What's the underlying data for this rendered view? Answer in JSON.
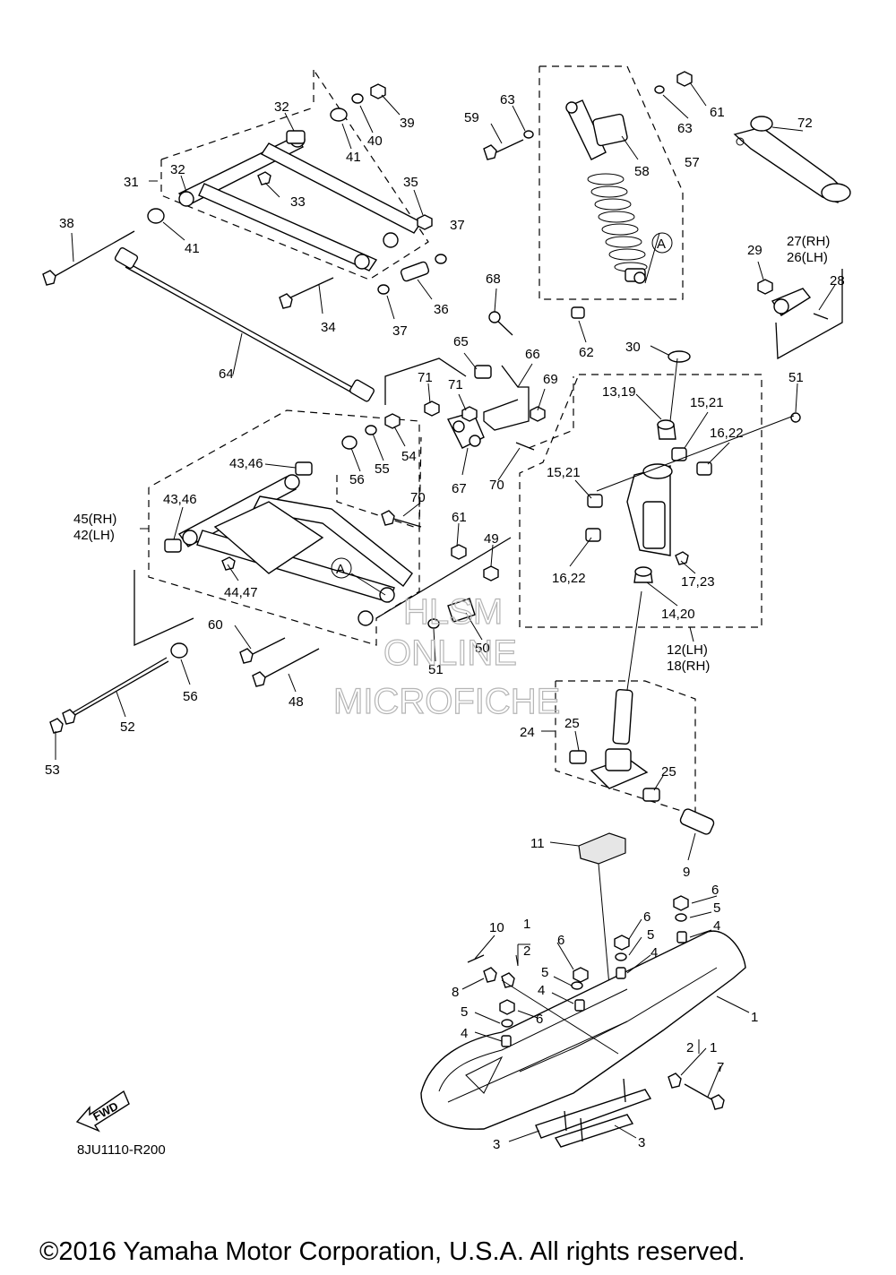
{
  "diagram": {
    "part_labels": [
      "31",
      "32",
      "32",
      "33",
      "34",
      "35",
      "36",
      "37",
      "37",
      "38",
      "39",
      "40",
      "41",
      "41",
      "59",
      "63",
      "63",
      "61",
      "58",
      "57",
      "72",
      "29",
      "27(RH)",
      "26(LH)",
      "28",
      "62",
      "30",
      "68",
      "65",
      "66",
      "69",
      "71",
      "71",
      "64",
      "13,19",
      "15,21",
      "16,22",
      "15,21",
      "51",
      "43,46",
      "56",
      "55",
      "54",
      "67",
      "70",
      "70",
      "45(RH)",
      "42(LH)",
      "43,46",
      "61",
      "49",
      "44,47",
      "16,22",
      "17,23",
      "14,20",
      "60",
      "48",
      "50",
      "51",
      "56",
      "52",
      "53",
      "12(LH)",
      "18(RH)",
      "24",
      "25",
      "25",
      "11",
      "9",
      "10",
      "1",
      "2",
      "6",
      "8",
      "5",
      "4",
      "6",
      "5",
      "4",
      "6",
      "5",
      "4",
      "6",
      "5",
      "4",
      "1",
      "2",
      "1",
      "7",
      "3",
      "3"
    ],
    "callout_a": [
      "A",
      "A"
    ],
    "watermark": [
      "HLSM",
      "ONLINE",
      "MICROFICHE"
    ],
    "fwd_label": "FWD",
    "figure_code": "8JU1110-R200",
    "copyright": "©2016 Yamaha Motor Corporation, U.S.A. All rights reserved."
  }
}
